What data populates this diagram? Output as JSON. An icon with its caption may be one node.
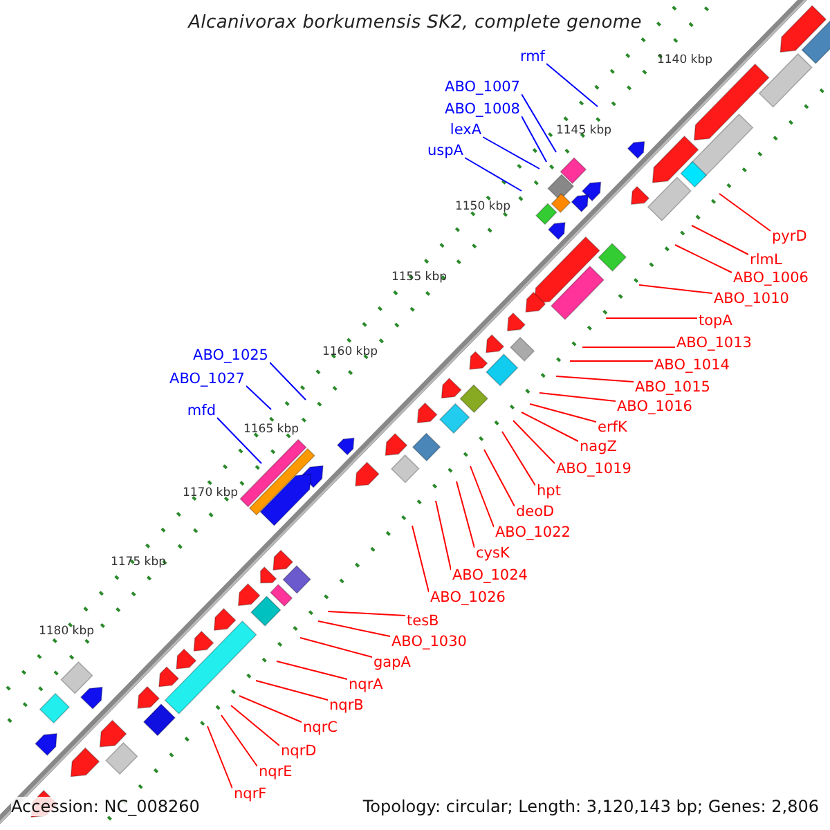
{
  "diagram": {
    "title": "*Alcanivorax borkumensis* SK2, complete genome",
    "nodes": [
      {
        "text": [
          "rmf"
        ]
      },
      {
        "text": [
          "ABO_1007"
        ]
      },
      {
        "text": [
          "ABO_1008"
        ]
      },
      {
        "text": [
          "lexA"
        ]
      },
      {
        "text": [
          "uspA"
        ]
      },
      {
        "text": [
          "ABO_1025"
        ]
      },
      {
        "text": [
          "ABO_1027"
        ]
      },
      {
        "text": [
          "mfd"
        ]
      },
      {
        "text": [
          "pyrD"
        ]
      },
      {
        "text": [
          "rlmL"
        ]
      },
      {
        "text": [
          "ABO_1006"
        ]
      },
      {
        "text": [
          "ABO_1010"
        ]
      },
      {
        "text": [
          "topA"
        ]
      },
      {
        "text": [
          "ABO_1013"
        ]
      },
      {
        "text": [
          "ABO_1014"
        ]
      },
      {
        "text": [
          "ABO_1015"
        ]
      },
      {
        "text": [
          "ABO_1016"
        ]
      },
      {
        "text": [
          "erfK"
        ]
      },
      {
        "text": [
          "nagZ"
        ]
      },
      {
        "text": [
          "ABO_1019"
        ]
      },
      {
        "text": [
          "hpt"
        ]
      },
      {
        "text": [
          "deoD"
        ]
      },
      {
        "text": [
          "ABO_1022"
        ]
      },
      {
        "text": [
          "cysK"
        ]
      },
      {
        "text": [
          "ABO_1024"
        ]
      },
      {
        "text": [
          "ABO_1026"
        ]
      },
      {
        "text": [
          "tesB"
        ]
      },
      {
        "text": [
          "ABO_1030"
        ]
      },
      {
        "text": [
          "gapA"
        ]
      },
      {
        "text": [
          "nqrA"
        ]
      },
      {
        "text": [
          "nqrB"
        ]
      },
      {
        "text": [
          "nqrC"
        ]
      },
      {
        "text": [
          "nqrD"
        ]
      },
      {
        "text": [
          "nqrE"
        ]
      },
      {
        "text": [
          "nqrF"
        ]
      }
    ],
    "edges": [
      {
        "from": 0,
        "to": null,
        "arrow": "none",
        "color": "#0000ff"
      },
      {
        "from": 1,
        "to": null,
        "arrow": "none",
        "color": "#0000ff"
      },
      {
        "from": 2,
        "to": null,
        "arrow": "none",
        "color": "#0000ff"
      },
      {
        "from": 3,
        "to": null,
        "arrow": "none",
        "color": "#0000ff"
      },
      {
        "from": 4,
        "to": null,
        "arrow": "none",
        "color": "#0000ff"
      },
      {
        "from": 5,
        "to": null,
        "arrow": "none",
        "color": "#0000ff"
      },
      {
        "from": 6,
        "to": null,
        "arrow": "none",
        "color": "#0000ff"
      },
      {
        "from": 7,
        "to": null,
        "arrow": "none",
        "color": "#0000ff"
      },
      {
        "from": 8,
        "to": null,
        "arrow": "none"
      },
      {
        "from": 9,
        "to": null,
        "arrow": "none"
      },
      {
        "from": 10,
        "to": null,
        "arrow": "none"
      },
      {
        "from": 11,
        "to": null,
        "arrow": "none"
      },
      {
        "from": 12,
        "to": null,
        "arrow": "none"
      },
      {
        "from": 13,
        "to": null,
        "arrow": "none"
      },
      {
        "from": 14,
        "to": null,
        "arrow": "none"
      },
      {
        "from": 15,
        "to": null,
        "arrow": "none"
      },
      {
        "from": 16,
        "to": null,
        "arrow": "none"
      },
      {
        "from": 17,
        "to": null,
        "arrow": "none"
      },
      {
        "from": 18,
        "to": null,
        "arrow": "none"
      },
      {
        "from": 19,
        "to": null,
        "arrow": "none"
      },
      {
        "from": 20,
        "to": null,
        "arrow": "none"
      },
      {
        "from": 21,
        "to": null,
        "arrow": "none"
      },
      {
        "from": 22,
        "to": null,
        "arrow": "none"
      },
      {
        "from": 23,
        "to": null,
        "arrow": "none"
      },
      {
        "from": 24,
        "to": null,
        "arrow": "none"
      },
      {
        "from": 25,
        "to": null,
        "arrow": "none"
      },
      {
        "from": 26,
        "to": null,
        "arrow": "none"
      },
      {
        "from": 27,
        "to": null,
        "arrow": "none"
      },
      {
        "from": 28,
        "to": null,
        "arrow": "none"
      },
      {
        "from": 29,
        "to": null,
        "arrow": "none"
      },
      {
        "from": 30,
        "to": null,
        "arrow": "none"
      },
      {
        "from": 31,
        "to": null,
        "arrow": "none"
      },
      {
        "from": 32,
        "to": null,
        "arrow": "none"
      },
      {
        "from": 33,
        "to": null,
        "arrow": "none"
      },
      {
        "from": 34,
        "to": null,
        "arrow": "none"
      }
    ],
    "labels": [
      "1140 kbp",
      "1145 kbp",
      "1150 kbp",
      "1155 kbp",
      "1160 kbp",
      "1165 kbp",
      "1170 kbp",
      "1175 kbp",
      "1180 kbp",
      "Accession: NC_008260",
      "Topology: circular; Length: 3,120,143 bp; Genes: 2,806"
    ]
  }
}
